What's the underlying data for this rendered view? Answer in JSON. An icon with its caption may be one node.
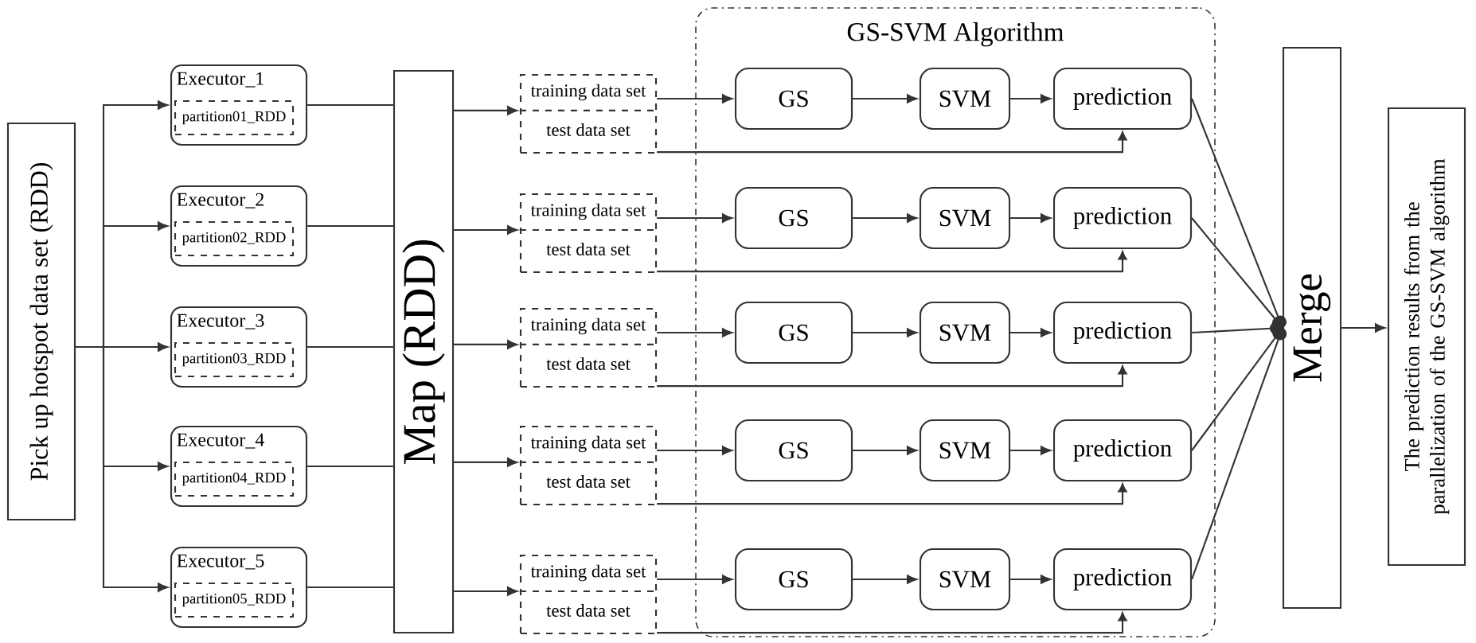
{
  "diagram": {
    "nodes": [
      {
        "text": [
          "Pick up hotspot data set (RDD)"
        ]
      },
      {
        "text": [
          "Executor_1"
        ]
      },
      {
        "text": [
          "partition01_RDD"
        ],
        "in": 1
      },
      {
        "text": [
          "Executor_2"
        ]
      },
      {
        "text": [
          "partition02_RDD"
        ],
        "in": 3
      },
      {
        "text": [
          "Executor_3"
        ]
      },
      {
        "text": [
          "partition03_RDD"
        ],
        "in": 5
      },
      {
        "text": [
          "Executor_4"
        ]
      },
      {
        "text": [
          "partition04_RDD"
        ],
        "in": 7
      },
      {
        "text": [
          "Executor_5"
        ]
      },
      {
        "text": [
          "partition05_RDD"
        ],
        "in": 9
      },
      {
        "text": [
          "Map (RDD)"
        ]
      },
      {
        "text": [
          "GS-SVM Algorithm"
        ]
      },
      {
        "text": [
          "training data set",
          "test data set"
        ]
      },
      {
        "text": [
          "training data set",
          "test data set"
        ]
      },
      {
        "text": [
          "training data set",
          "test data set"
        ]
      },
      {
        "text": [
          "training data set",
          "test data set"
        ]
      },
      {
        "text": [
          "training data set",
          "test data set"
        ]
      },
      {
        "text": [
          "GS"
        ],
        "in": 12
      },
      {
        "text": [
          "SVM"
        ],
        "in": 12
      },
      {
        "text": [
          "prediction"
        ],
        "in": 12
      },
      {
        "text": [
          "GS"
        ],
        "in": 12
      },
      {
        "text": [
          "SVM"
        ],
        "in": 12
      },
      {
        "text": [
          "prediction"
        ],
        "in": 12
      },
      {
        "text": [
          "GS"
        ],
        "in": 12
      },
      {
        "text": [
          "SVM"
        ],
        "in": 12
      },
      {
        "text": [
          "prediction"
        ],
        "in": 12
      },
      {
        "text": [
          "GS"
        ],
        "in": 12
      },
      {
        "text": [
          "SVM"
        ],
        "in": 12
      },
      {
        "text": [
          "prediction"
        ],
        "in": 12
      },
      {
        "text": [
          "GS"
        ],
        "in": 12
      },
      {
        "text": [
          "SVM"
        ],
        "in": 12
      },
      {
        "text": [
          "prediction"
        ],
        "in": 12
      },
      {
        "text": [
          "Merge"
        ]
      },
      {
        "text": [
          "The prediction results from the parallelization of the GS-SVM algorithm"
        ]
      }
    ],
    "edges": [
      {
        "from": 0,
        "to": 1,
        "arrow": "to"
      },
      {
        "from": 0,
        "to": 3,
        "arrow": "to"
      },
      {
        "from": 0,
        "to": 5,
        "arrow": "to"
      },
      {
        "from": 0,
        "to": 7,
        "arrow": "to"
      },
      {
        "from": 0,
        "to": 9,
        "arrow": "to"
      },
      {
        "from": 1,
        "to": 11,
        "arrow": "none"
      },
      {
        "from": 3,
        "to": 11,
        "arrow": "none"
      },
      {
        "from": 5,
        "to": 11,
        "arrow": "none"
      },
      {
        "from": 7,
        "to": 11,
        "arrow": "none"
      },
      {
        "from": 9,
        "to": 11,
        "arrow": "none"
      },
      {
        "from": 11,
        "to": 13,
        "arrow": "to"
      },
      {
        "from": 11,
        "to": 14,
        "arrow": "to"
      },
      {
        "from": 11,
        "to": 15,
        "arrow": "to"
      },
      {
        "from": 11,
        "to": 16,
        "arrow": "to"
      },
      {
        "from": 11,
        "to": 17,
        "arrow": "to"
      },
      {
        "from": 13,
        "to": 18,
        "arrow": "to"
      },
      {
        "from": 18,
        "to": 19,
        "arrow": "to"
      },
      {
        "from": 19,
        "to": 20,
        "arrow": "to"
      },
      {
        "from": 13,
        "to": 20,
        "arrow": "to"
      },
      {
        "from": 14,
        "to": 21,
        "arrow": "to"
      },
      {
        "from": 21,
        "to": 22,
        "arrow": "to"
      },
      {
        "from": 22,
        "to": 23,
        "arrow": "to"
      },
      {
        "from": 14,
        "to": 23,
        "arrow": "to"
      },
      {
        "from": 15,
        "to": 24,
        "arrow": "to"
      },
      {
        "from": 24,
        "to": 25,
        "arrow": "to"
      },
      {
        "from": 25,
        "to": 26,
        "arrow": "to"
      },
      {
        "from": 15,
        "to": 26,
        "arrow": "to"
      },
      {
        "from": 16,
        "to": 27,
        "arrow": "to"
      },
      {
        "from": 27,
        "to": 28,
        "arrow": "to"
      },
      {
        "from": 28,
        "to": 29,
        "arrow": "to"
      },
      {
        "from": 16,
        "to": 29,
        "arrow": "to"
      },
      {
        "from": 17,
        "to": 30,
        "arrow": "to"
      },
      {
        "from": 30,
        "to": 31,
        "arrow": "to"
      },
      {
        "from": 31,
        "to": 32,
        "arrow": "to"
      },
      {
        "from": 17,
        "to": 32,
        "arrow": "to"
      },
      {
        "from": 20,
        "to": 33,
        "arrow": "other"
      },
      {
        "from": 23,
        "to": 33,
        "arrow": "other"
      },
      {
        "from": 26,
        "to": 33,
        "arrow": "other"
      },
      {
        "from": 29,
        "to": 33,
        "arrow": "other"
      },
      {
        "from": 32,
        "to": 33,
        "arrow": "other"
      },
      {
        "from": 33,
        "to": 34,
        "arrow": "to"
      }
    ]
  }
}
